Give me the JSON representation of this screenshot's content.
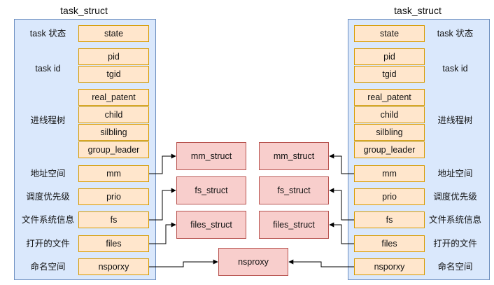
{
  "left": {
    "title": "task_struct",
    "fields": [
      "state",
      "pid",
      "tgid",
      "real_patent",
      "child",
      "silbling",
      "group_leader",
      "mm",
      "prio",
      "fs",
      "files",
      "nsporxy"
    ],
    "labels": [
      "task 状态",
      "task id",
      "进线程树",
      "地址空间",
      "调度优先级",
      "文件系统信息",
      "打开的文件",
      "命名空间"
    ]
  },
  "right": {
    "title": "task_struct",
    "fields": [
      "state",
      "pid",
      "tgid",
      "real_patent",
      "child",
      "silbling",
      "group_leader",
      "mm",
      "prio",
      "fs",
      "files",
      "nsporxy"
    ],
    "labels": [
      "task 状态",
      "task id",
      "进线程树",
      "地址空间",
      "调度优先级",
      "文件系统信息",
      "打开的文件",
      "命名空间"
    ]
  },
  "center": {
    "left_boxes": [
      "mm_struct",
      "fs_struct",
      "files_struct"
    ],
    "right_boxes": [
      "mm_struct",
      "fs_struct",
      "files_struct"
    ],
    "nsproxy": "nsproxy"
  },
  "colors": {
    "panel_fill": "#dae8fc",
    "panel_stroke": "#6c8ebf",
    "field_fill": "#ffe6cc",
    "field_stroke": "#d79b00",
    "box_fill": "#f8cecc",
    "box_stroke": "#b85450"
  }
}
